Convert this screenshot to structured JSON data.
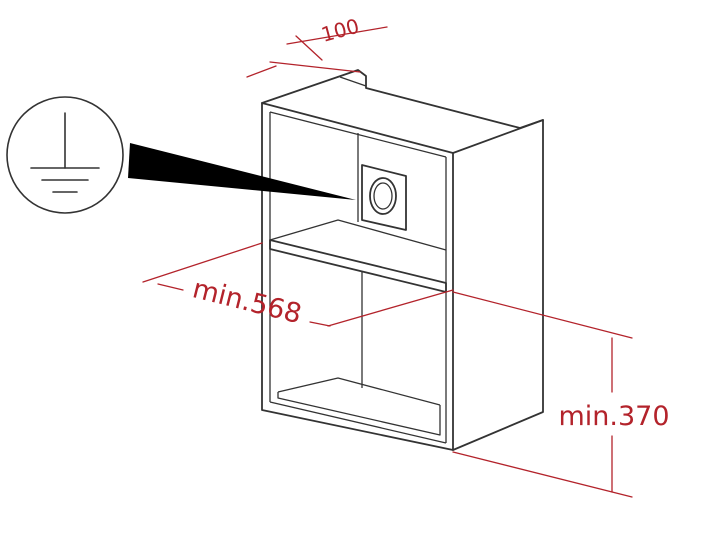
{
  "dimensions": {
    "depth_label": "100",
    "width_label": "min.568",
    "height_label": "min.370"
  },
  "icons": {
    "ground": "ground-symbol-icon",
    "pointer": "pointer-wedge-icon"
  },
  "colors": {
    "dimension": "#b3232b",
    "outline": "#333333",
    "pointer": "#000000"
  }
}
